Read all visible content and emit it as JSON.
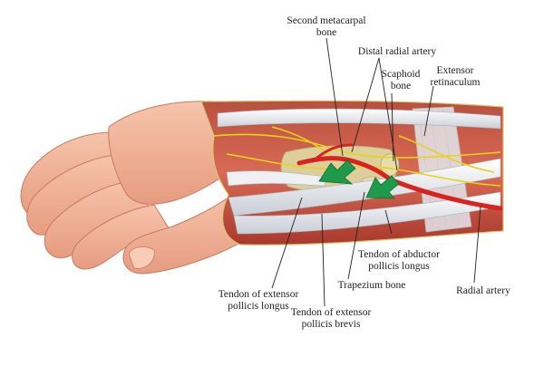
{
  "labels": {
    "second_metacarpal_bone": "Second metacarpal\nbone",
    "distal_radial_artery": "Distal radial artery",
    "scaphoid_bone": "Scaphoid\nbone",
    "extensor_retinaculum": "Extensor\nretinaculum",
    "tendon_abductor_pollicis_longus": "Tendon of abductor\npollicis longus",
    "trapezium_bone": "Trapezium bone",
    "radial_artery": "Radial artery",
    "tendon_extensor_pollicis_longus": "Tendon of extensor\npollicis longus",
    "tendon_extensor_pollicis_brevis": "Tendon of extensor\npollicis brevis"
  },
  "colors": {
    "skin": "#f2b79d",
    "skin_shadow": "#d98a70",
    "muscle": "#c8483a",
    "tendon": "#e9ecef",
    "bone": "#d9cf9e",
    "artery": "#d8231f",
    "nerve": "#e8d21a",
    "arrow": "#1f9a4a",
    "leader_line": "#222222"
  }
}
